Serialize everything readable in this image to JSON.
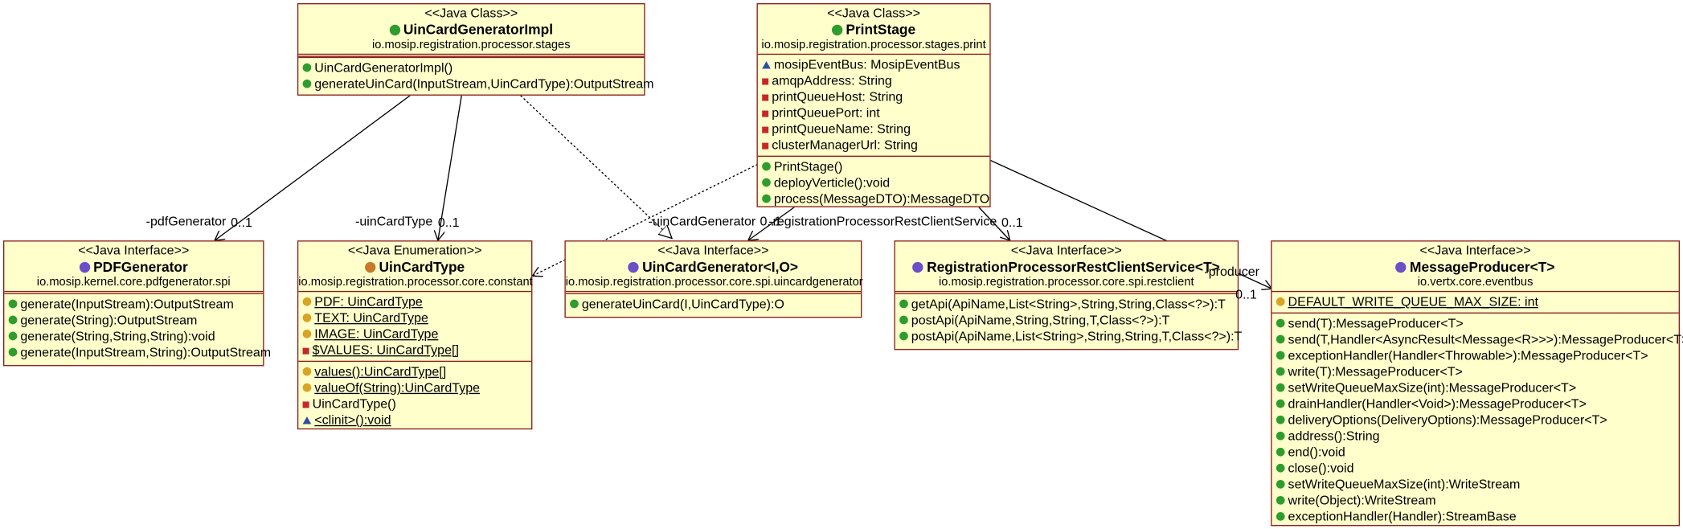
{
  "classes": {
    "uin_impl": {
      "stereotype": "<<Java Class>>",
      "name": "UinCardGeneratorImpl",
      "package": "io.mosip.registration.processor.stages",
      "attributes": [],
      "operations": [
        "UinCardGeneratorImpl()",
        "generateUinCard(InputStream,UinCardType):OutputStream"
      ]
    },
    "print_stage": {
      "stereotype": "<<Java Class>>",
      "name": "PrintStage",
      "package": "io.mosip.registration.processor.stages.print",
      "attributes": [
        "mosipEventBus: MosipEventBus",
        "amqpAddress: String",
        "printQueueHost: String",
        "printQueuePort: int",
        "printQueueName: String",
        "clusterManagerUrl: String"
      ],
      "operations": [
        "PrintStage()",
        "deployVerticle():void",
        "process(MessageDTO):MessageDTO"
      ]
    },
    "pdf_generator": {
      "stereotype": "<<Java Interface>>",
      "name": "PDFGenerator",
      "package": "io.mosip.kernel.core.pdfgenerator.spi",
      "operations": [
        "generate(InputStream):OutputStream",
        "generate(String):OutputStream",
        "generate(String,String,String):void",
        "generate(InputStream,String):OutputStream"
      ]
    },
    "uin_card_type": {
      "stereotype": "<<Java Enumeration>>",
      "name": "UinCardType",
      "package": "io.mosip.registration.processor.core.constant",
      "attributes": [
        "PDF: UinCardType",
        "TEXT: UinCardType",
        "IMAGE: UinCardType",
        "$VALUES: UinCardType[]"
      ],
      "operations": [
        "values():UinCardType[]",
        "valueOf(String):UinCardType",
        "UinCardType()",
        "<clinit>():void"
      ]
    },
    "uin_generator": {
      "stereotype": "<<Java Interface>>",
      "name": "UinCardGenerator<I,O>",
      "package": "io.mosip.registration.processor.core.spi.uincardgenerator",
      "operations": [
        "generateUinCard(I,UinCardType):O"
      ]
    },
    "rest_client": {
      "stereotype": "<<Java Interface>>",
      "name": "RegistrationProcessorRestClientService<T>",
      "package": "io.mosip.registration.processor.core.spi.restclient",
      "operations": [
        "getApi(ApiName,List<String>,String,String,Class<?>):T",
        "postApi(ApiName,String,String,T,Class<?>):T",
        "postApi(ApiName,List<String>,String,String,T,Class<?>):T"
      ]
    },
    "message_producer": {
      "stereotype": "<<Java Interface>>",
      "name": "MessageProducer<T>",
      "package": "io.vertx.core.eventbus",
      "attributes": [
        "DEFAULT_WRITE_QUEUE_MAX_SIZE: int"
      ],
      "operations": [
        "send(T):MessageProducer<T>",
        "send(T,Handler<AsyncResult<Message<R>>>):MessageProducer<T>",
        "exceptionHandler(Handler<Throwable>):MessageProducer<T>",
        "write(T):MessageProducer<T>",
        "setWriteQueueMaxSize(int):MessageProducer<T>",
        "drainHandler(Handler<Void>):MessageProducer<T>",
        "deliveryOptions(DeliveryOptions):MessageProducer<T>",
        "address():String",
        "end():void",
        "close():void",
        "setWriteQueueMaxSize(int):WriteStream",
        "write(Object):WriteStream",
        "exceptionHandler(Handler):StreamBase"
      ]
    }
  },
  "edge_labels": {
    "pdf_role": "-pdfGenerator",
    "pdf_mult": "0..1",
    "uintype_role": "-uinCardType",
    "uintype_mult": "0..1",
    "uingen_role": "-uinCardGenerator",
    "uingen_mult": "0..1",
    "rest_role": "-registrationProcessorRestClientService",
    "rest_mult": "0..1",
    "producer_role": "-producer",
    "producer_mult": "0..1"
  },
  "icons": {
    "class": "class-icon",
    "interface": "interface-icon",
    "enumeration": "enum-icon",
    "public_member": "public-icon",
    "private_member": "private-icon",
    "protected_member": "protected-icon",
    "constructor": "constructor-icon",
    "static_member": "static-icon"
  }
}
